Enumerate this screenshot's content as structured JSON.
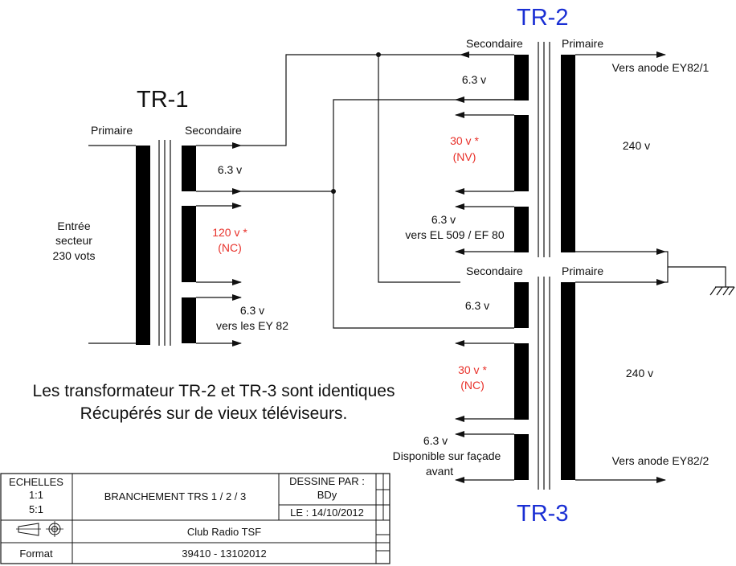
{
  "tr1": {
    "title": "TR-1",
    "primary_label": "Primaire",
    "secondary_label": "Secondaire",
    "input": [
      "Entrée",
      "secteur",
      "230 vots"
    ],
    "w1": "6.3 v",
    "w2": [
      "120 v *",
      "(NC)"
    ],
    "w3": [
      "6.3 v",
      "vers les EY 82"
    ]
  },
  "tr2": {
    "title": "TR-2",
    "secondary_label": "Secondaire",
    "primary_label": "Primaire",
    "w1": "6.3 v",
    "w2": [
      "30 v *",
      "(NV)"
    ],
    "w3": [
      "6.3 v",
      "vers EL 509 / EF 80"
    ],
    "primary_voltage": "240 v",
    "anode": "Vers anode EY82/1"
  },
  "tr3": {
    "title": "TR-3",
    "secondary_label": "Secondaire",
    "primary_label": "Primaire",
    "w1": "6.3 v",
    "w2": [
      "30 v *",
      "(NC)"
    ],
    "w3": [
      "6.3 v",
      "Disponible sur façade",
      "avant"
    ],
    "primary_voltage": "240 v",
    "anode": "Vers anode EY82/2"
  },
  "note": [
    "Les transformateur TR-2 et TR-3 sont identiques",
    "Récupérés  sur de vieux téléviseurs."
  ],
  "title_block": {
    "scales_label": "ECHELLES",
    "scale_1": "1:1",
    "scale_2": "5:1",
    "title": "BRANCHEMENT TRS 1 / 2 / 3",
    "drawn_by_label": "DESSINE PAR :",
    "drawn_by": "BDy",
    "date": "LE : 14/10/2012",
    "club": "Club Radio TSF",
    "format_label": "Format",
    "reference": "39410 - 13102012"
  }
}
